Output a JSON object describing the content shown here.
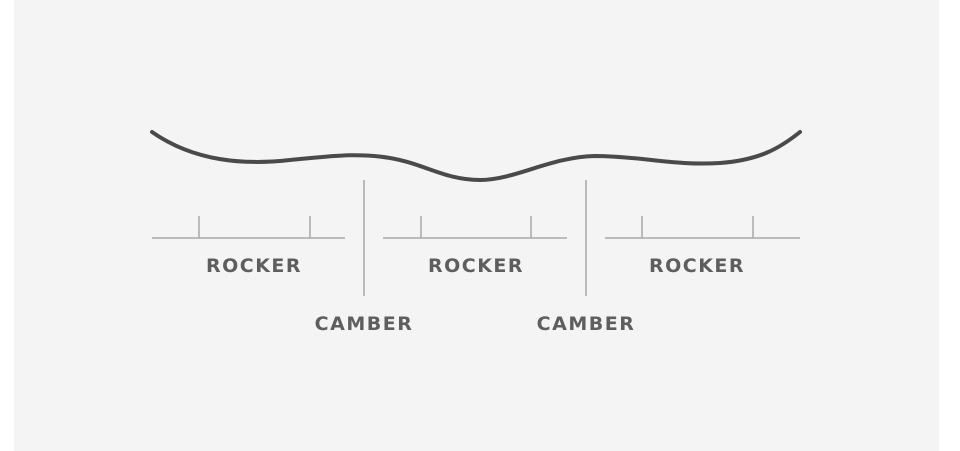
{
  "colors": {
    "background": "#f4f4f4",
    "profile_line": "#4a4a4a",
    "guide_lines": "#a8a8a8",
    "label_text": "#5e5e5e"
  },
  "zones": [
    {
      "type": "rocker",
      "label": "ROCKER"
    },
    {
      "type": "camber",
      "label": "CAMBER"
    },
    {
      "type": "rocker",
      "label": "ROCKER"
    },
    {
      "type": "camber",
      "label": "CAMBER"
    },
    {
      "type": "rocker",
      "label": "ROCKER"
    }
  ]
}
